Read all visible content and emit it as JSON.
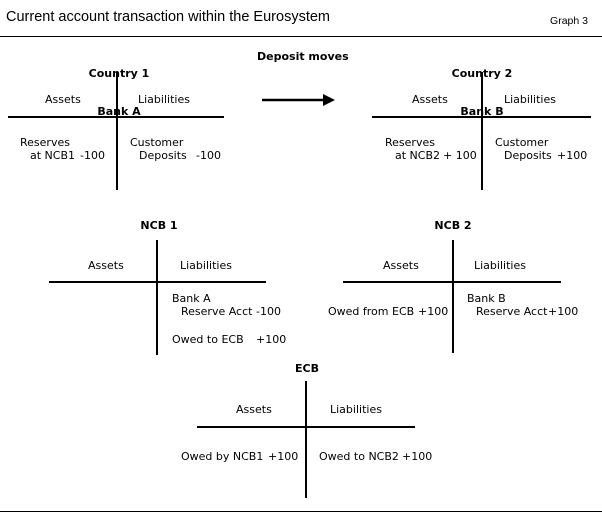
{
  "header": {
    "title": "Current account transaction within the Eurosystem",
    "graph_label": "Graph 3"
  },
  "arrow_label": "Deposit moves",
  "accounts": {
    "bank_a": {
      "title_line1": "Country 1",
      "title_line2": "Bank A",
      "assets_header": "Assets",
      "liabilities_header": "Liabilities",
      "asset_item_line1": "Reserves",
      "asset_item_line2": "at NCB1",
      "asset_value": "-100",
      "liab_item_line1": "Customer",
      "liab_item_line2": "Deposits",
      "liab_value": "-100"
    },
    "bank_b": {
      "title_line1": "Country 2",
      "title_line2": "Bank B",
      "assets_header": "Assets",
      "liabilities_header": "Liabilities",
      "asset_item_line1": "Reserves",
      "asset_item_line2": "at NCB2",
      "asset_value": "+ 100",
      "liab_item_line1": "Customer",
      "liab_item_line2": "Deposits",
      "liab_value": "+100"
    },
    "ncb1": {
      "title": "NCB 1",
      "assets_header": "Assets",
      "liabilities_header": "Liabilities",
      "liab_item1_line1": "Bank A",
      "liab_item1_line2": "Reserve Acct",
      "liab_item1_value": "-100",
      "liab_item2": "Owed to ECB",
      "liab_item2_value": "+100"
    },
    "ncb2": {
      "title": "NCB 2",
      "assets_header": "Assets",
      "liabilities_header": "Liabilities",
      "asset_item": "Owed from ECB",
      "asset_value": "+100",
      "liab_item_line1": "Bank B",
      "liab_item_line2": "Reserve Acct",
      "liab_value": "+100"
    },
    "ecb": {
      "title": "ECB",
      "assets_header": "Assets",
      "liabilities_header": "Liabilities",
      "asset_item": "Owed by NCB1",
      "asset_value": "+100",
      "liab_item": "Owed to NCB2",
      "liab_value": "+100"
    }
  }
}
